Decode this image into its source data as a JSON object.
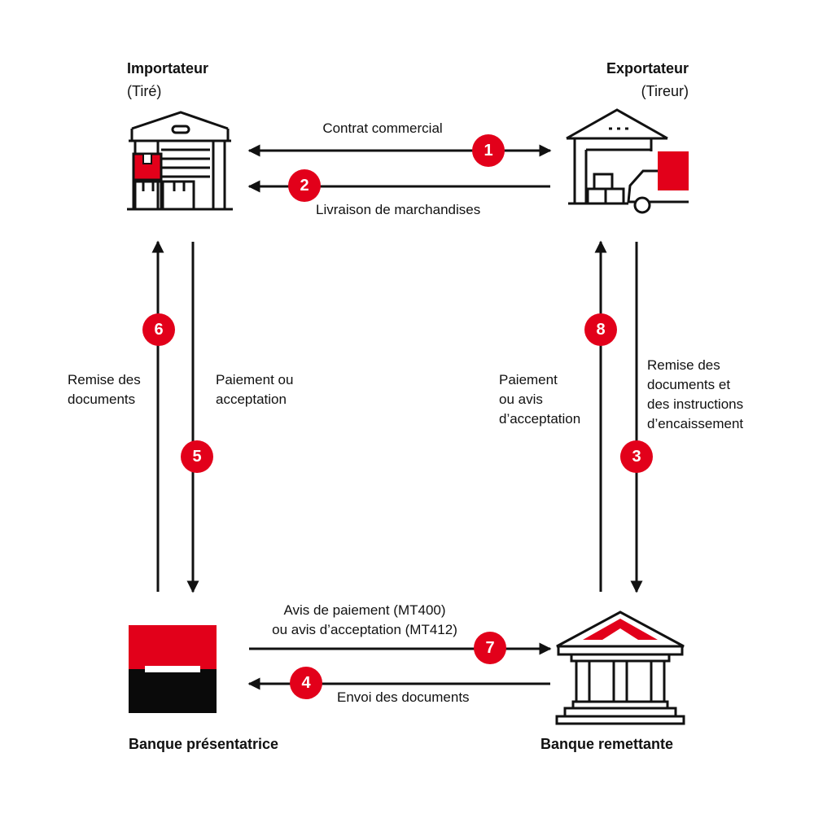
{
  "colors": {
    "accent": "#e2001a",
    "ink": "#111111"
  },
  "nodes": {
    "importer": {
      "title": "Importateur",
      "subtitle": "(Tiré)",
      "icon": "warehouse-icon"
    },
    "exporter": {
      "title": "Exportateur",
      "subtitle": "(Tireur)",
      "icon": "warehouse-truck-icon"
    },
    "presenting_bank": {
      "title": "Banque présentatrice",
      "icon": "bank-logo-icon"
    },
    "remitting_bank": {
      "title": "Banque remettante",
      "icon": "bank-building-icon"
    }
  },
  "steps": [
    {
      "number": "1",
      "label": "Contrat commercial"
    },
    {
      "number": "2",
      "label": "Livraison de marchandises"
    },
    {
      "number": "3",
      "label": "Remise des\ndocuments et\ndes instructions\nd’encaissement"
    },
    {
      "number": "4",
      "label": "Envoi des documents"
    },
    {
      "number": "5",
      "label": "Paiement ou\nacceptation"
    },
    {
      "number": "6",
      "label": "Remise des\ndocuments"
    },
    {
      "number": "7",
      "label": "Avis de paiement (MT400)\nou avis d’acceptation (MT412)"
    },
    {
      "number": "8",
      "label": "Paiement\nou avis\nd’acceptation"
    }
  ]
}
